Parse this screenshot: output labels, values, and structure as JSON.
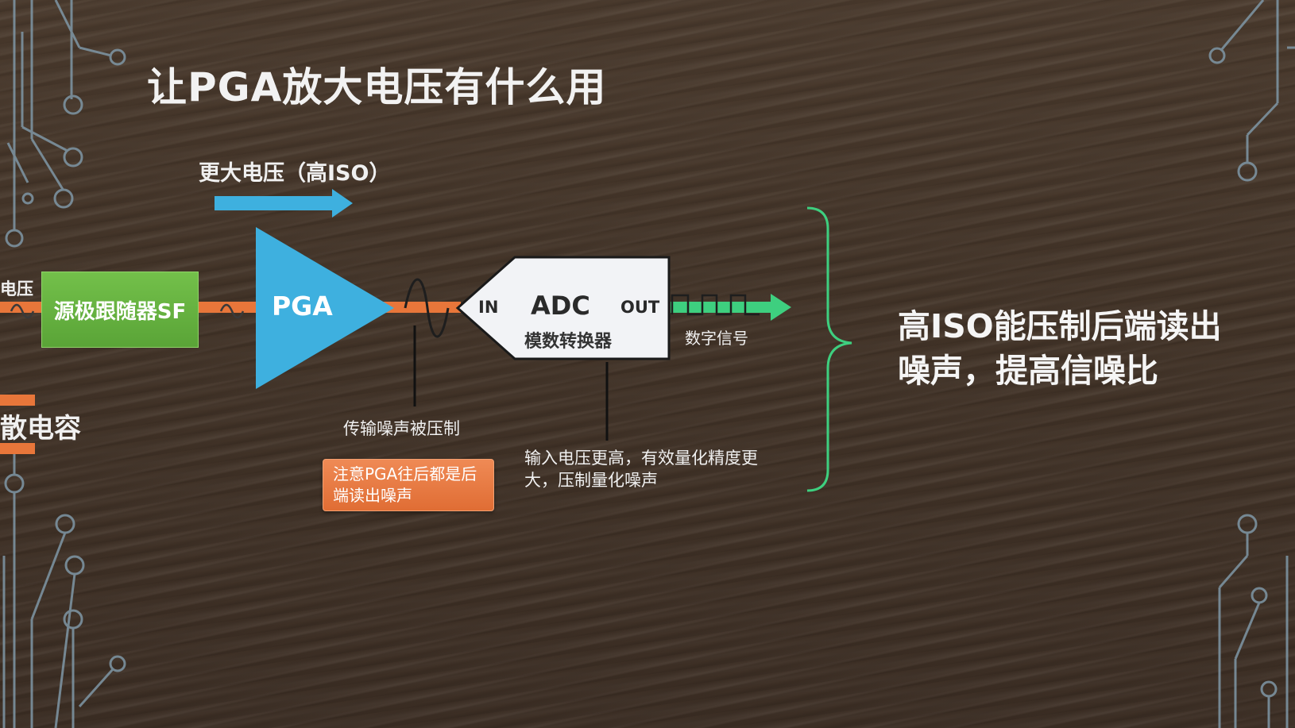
{
  "title": "让PGA放大电压有什么用",
  "colors": {
    "signal_line": "#e8763a",
    "arrow_blue": "#3eb0df",
    "pga_triangle": "#3eb0df",
    "sf_box": "#67b342",
    "digital_arrow": "#3ecf7f",
    "brace": "#3ecf7f",
    "note_box": "#e77a42",
    "circuit_lines": "#7f97a6"
  },
  "diagram": {
    "gain_arrow_label": "更大电压（高ISO）",
    "input_voltage_label": "电压",
    "source_follower_label": "源极跟随器SF",
    "capacitor_label": "散电容",
    "pga_label": "PGA",
    "adc": {
      "in_label": "IN",
      "name": "ADC",
      "out_label": "OUT",
      "caption": "模数转换器"
    },
    "digital_signal_label": "数字信号",
    "transmission_noise_label": "传输噪声被压制",
    "note": "注意PGA往后都是后端读出噪声",
    "adc_note": "输入电压更高，有效量化精度更大，压制量化噪声",
    "conclusion": "高ISO能压制后端读出噪声，提高信噪比"
  }
}
